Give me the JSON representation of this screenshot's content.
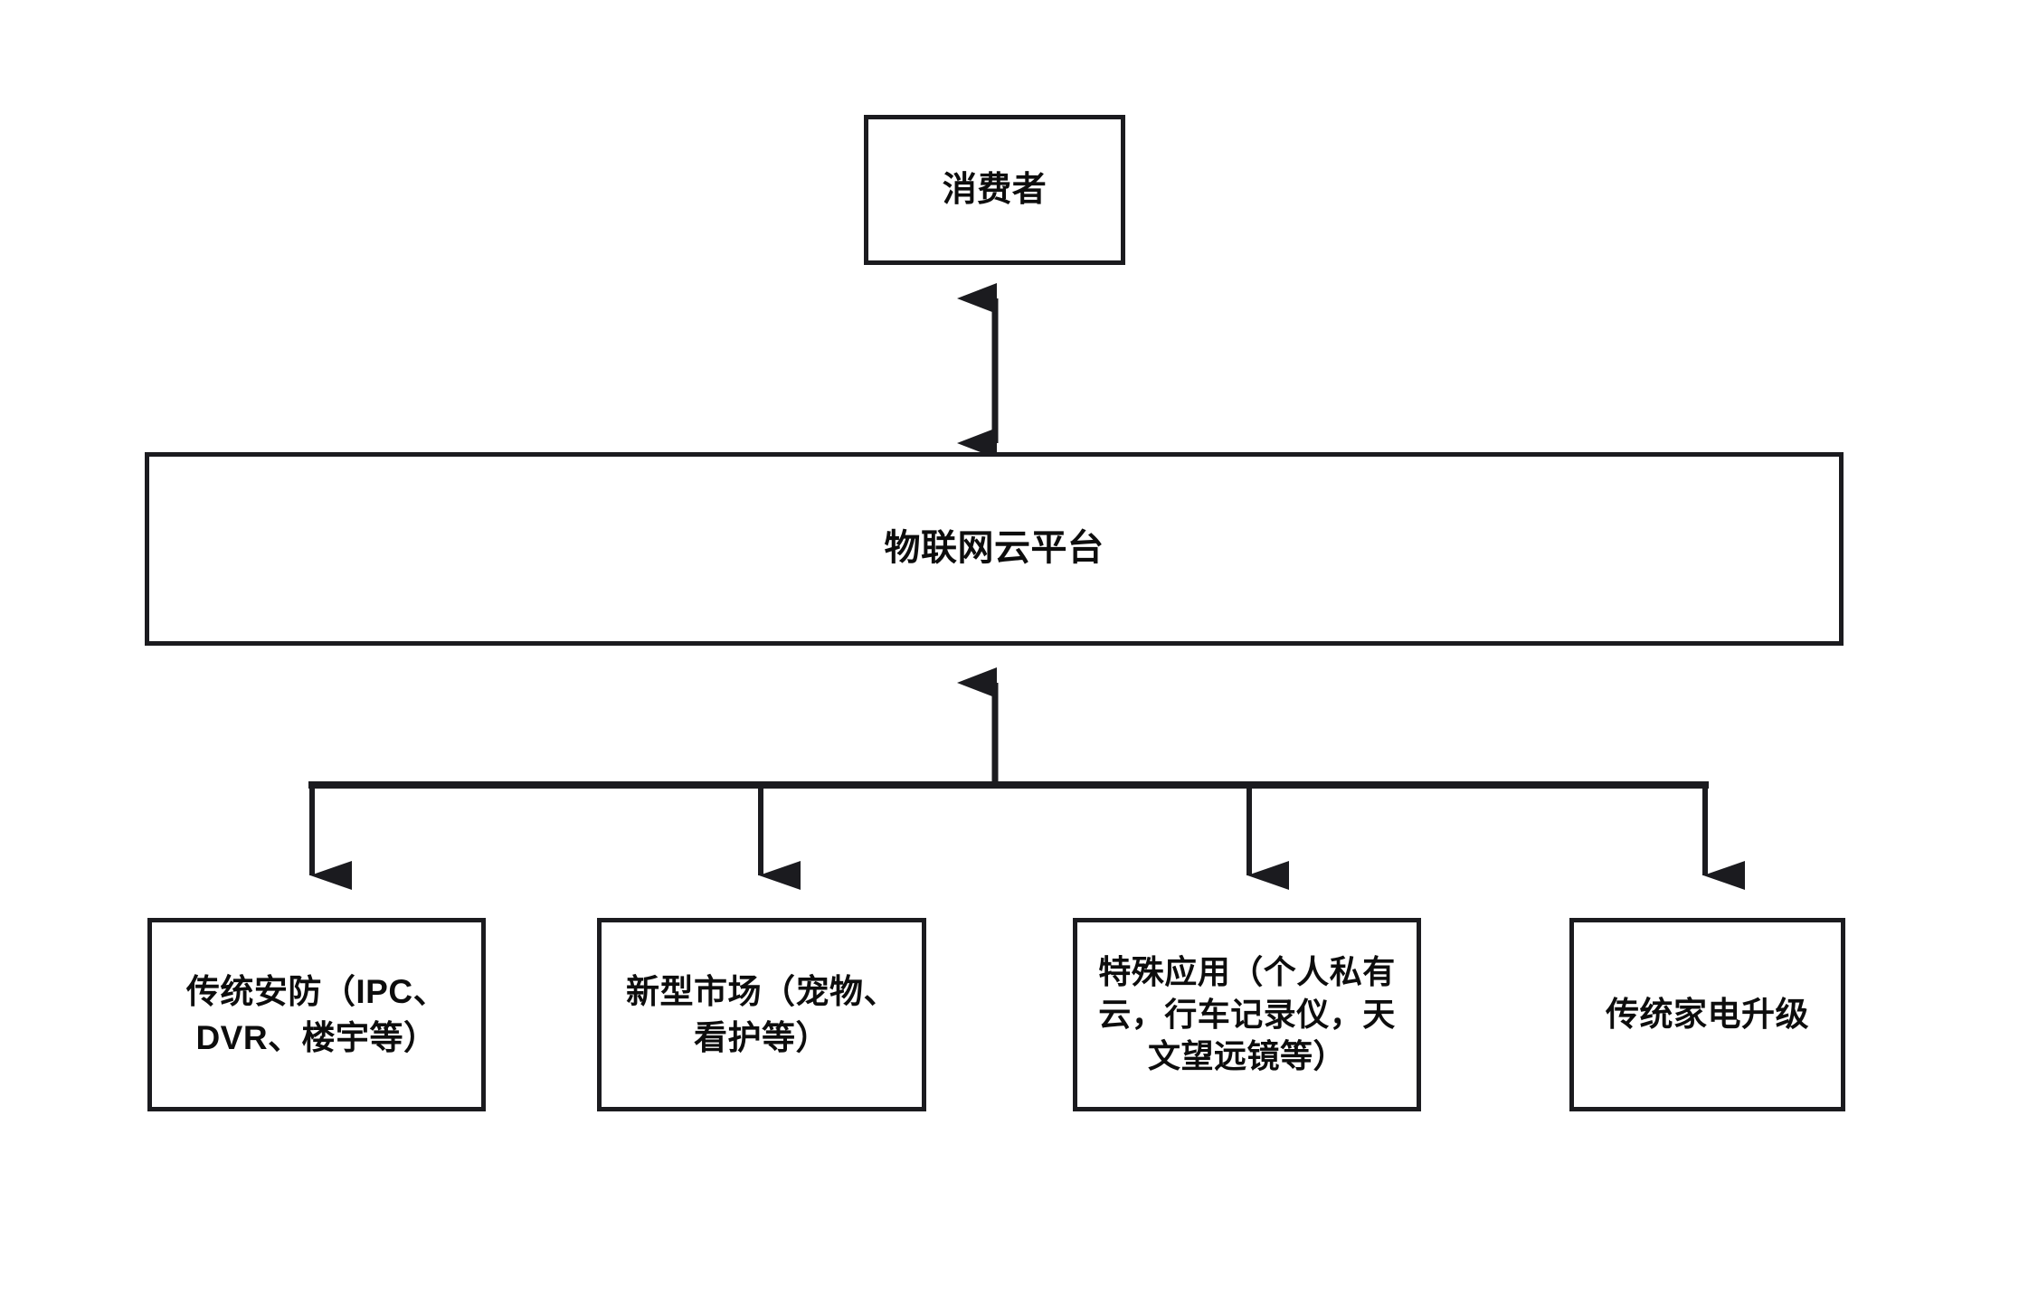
{
  "diagram": {
    "title_text_present": false,
    "background_color": "#ffffff",
    "stroke_color": "#1b1b1f",
    "text_color": "#0d0d0d",
    "nodes": {
      "consumer": {
        "label": "消费者"
      },
      "platform": {
        "label": "物联网云平台"
      },
      "leaves": [
        {
          "id": "traditional-security",
          "label": "传统安防（IPC、DVR、楼宇等）"
        },
        {
          "id": "new-market",
          "label": "新型市场（宠物、看护等）"
        },
        {
          "id": "special-application",
          "label": "特殊应用（个人私有云，行车记录仪，天文望远镜等）"
        },
        {
          "id": "appliance-upgrade",
          "label": "传统家电升级"
        }
      ]
    },
    "edges": [
      {
        "id": "consumer-platform",
        "from": "platform",
        "to": "consumer",
        "arrow": "bidirectional"
      },
      {
        "id": "bus-platform",
        "from": "device-bus",
        "to": "platform",
        "arrow": "up"
      },
      {
        "id": "bus-traditional-security",
        "from": "device-bus",
        "to": "traditional-security",
        "arrow": "down"
      },
      {
        "id": "bus-new-market",
        "from": "device-bus",
        "to": "new-market",
        "arrow": "down"
      },
      {
        "id": "bus-special-application",
        "from": "device-bus",
        "to": "special-application",
        "arrow": "down"
      },
      {
        "id": "bus-appliance-upgrade",
        "from": "device-bus",
        "to": "appliance-upgrade",
        "arrow": "down"
      }
    ]
  }
}
